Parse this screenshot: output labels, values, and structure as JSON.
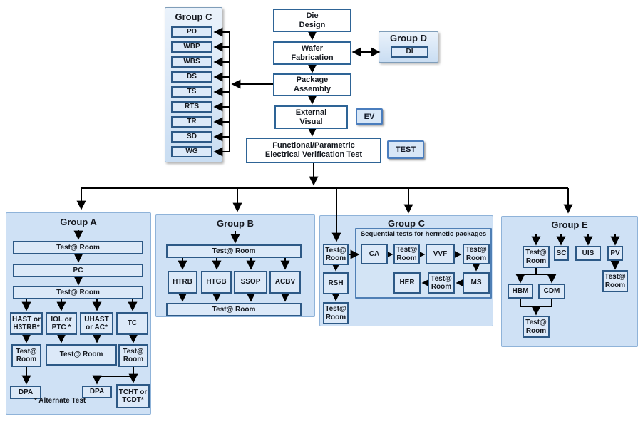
{
  "diagram": {
    "topGroupC": {
      "title": "Group C",
      "items": [
        "PD",
        "WBP",
        "WBS",
        "DS",
        "TS",
        "RTS",
        "TR",
        "SD",
        "WG"
      ]
    },
    "mainFlow": {
      "die": "Die\nDesign",
      "wafer": "Wafer\nFabrication",
      "package": "Package\nAssembly",
      "external": "External\nVisual",
      "functional": "Functional/Parametric\nElectrical Verification Test"
    },
    "badges": {
      "ev": "EV",
      "test": "TEST"
    },
    "groupD": {
      "title": "Group D",
      "di": "DI"
    },
    "common": {
      "testRoom": "Test@ Room"
    },
    "groupA": {
      "title": "Group A",
      "pc": "PC",
      "hast": "HAST or H3TRB*",
      "iol": "IOL or PTC *",
      "uhast": "UHAST or AC*",
      "tc": "TC",
      "dpa": "DPA",
      "tcht": "TCHT or TCDT*",
      "note": "* Alternate Test"
    },
    "groupB": {
      "title": "Group B",
      "htrb": "HTRB",
      "htgb": "HTGB",
      "ssop": "SSOP",
      "acbv": "ACBV"
    },
    "groupC": {
      "title": "Group C",
      "subLabel": "Sequential tests for hermetic packages",
      "ca": "CA",
      "vvf": "VVF",
      "ms": "MS",
      "her": "HER",
      "rsh": "RSH"
    },
    "groupE": {
      "title": "Group E",
      "sc": "SC",
      "uis": "UIS",
      "pv": "PV",
      "hbm": "HBM",
      "cdm": "CDM"
    }
  },
  "colors": {
    "containerFill": "#cfe1f5",
    "nodeFill": "#dce9f8",
    "nodeBorder": "#2d5986",
    "flowBorder": "#2e6496",
    "badgeBorder": "#4a7dbd",
    "arrow": "#000000"
  }
}
